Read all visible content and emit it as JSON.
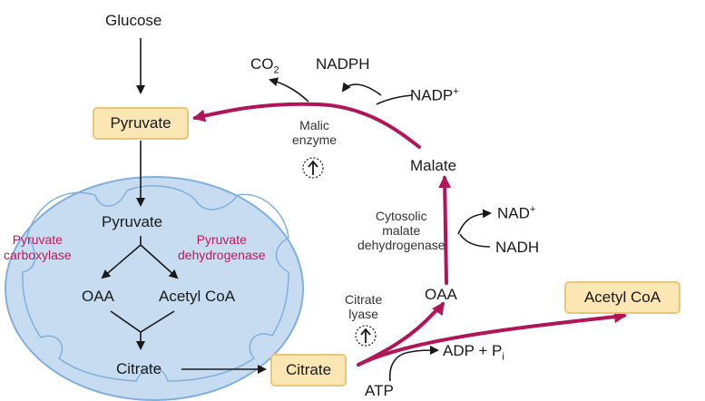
{
  "labels": {
    "glucose": "Glucose",
    "pyruvate_cyto": "Pyruvate",
    "pyruvate_mito": "Pyruvate",
    "oaa_mito": "OAA",
    "acetyl_coa_mito": "Acetyl CoA",
    "citrate_mito": "Citrate",
    "citrate_cyto": "Citrate",
    "oaa_cyto": "OAA",
    "malate": "Malate",
    "acetyl_coa_cyto": "Acetyl CoA",
    "co2_base": "CO",
    "co2_sub": "2",
    "nadph": "NADPH",
    "nadp_base": "NADP",
    "nadp_sup": "+",
    "nad_base": "NAD",
    "nad_sup": "+",
    "nadh": "NADH",
    "adp_base": "ADP + P",
    "adp_sub": "i",
    "atp": "ATP"
  },
  "enzymes": {
    "pyruvate_carboxylase_1": "Pyruvate",
    "pyruvate_carboxylase_2": "carboxylase",
    "pyruvate_dehydrogenase_1": "Pyruvate",
    "pyruvate_dehydrogenase_2": "dehydrogenase",
    "malic_enzyme_1": "Malic",
    "malic_enzyme_2": "enzyme",
    "cytosolic_mdh_1": "Cytosolic",
    "cytosolic_mdh_2": "malate",
    "cytosolic_mdh_3": "dehydrogenase",
    "citrate_lyase_1": "Citrate",
    "citrate_lyase_2": "lyase"
  },
  "colors": {
    "magenta_arrow": "#b0155a",
    "enzyme_text": "#c0175d",
    "box_fill": "#fbe6b4",
    "box_border": "#e9c77a",
    "mito_fill": "#c8dcf1",
    "mito_border": "#7fb0de"
  }
}
